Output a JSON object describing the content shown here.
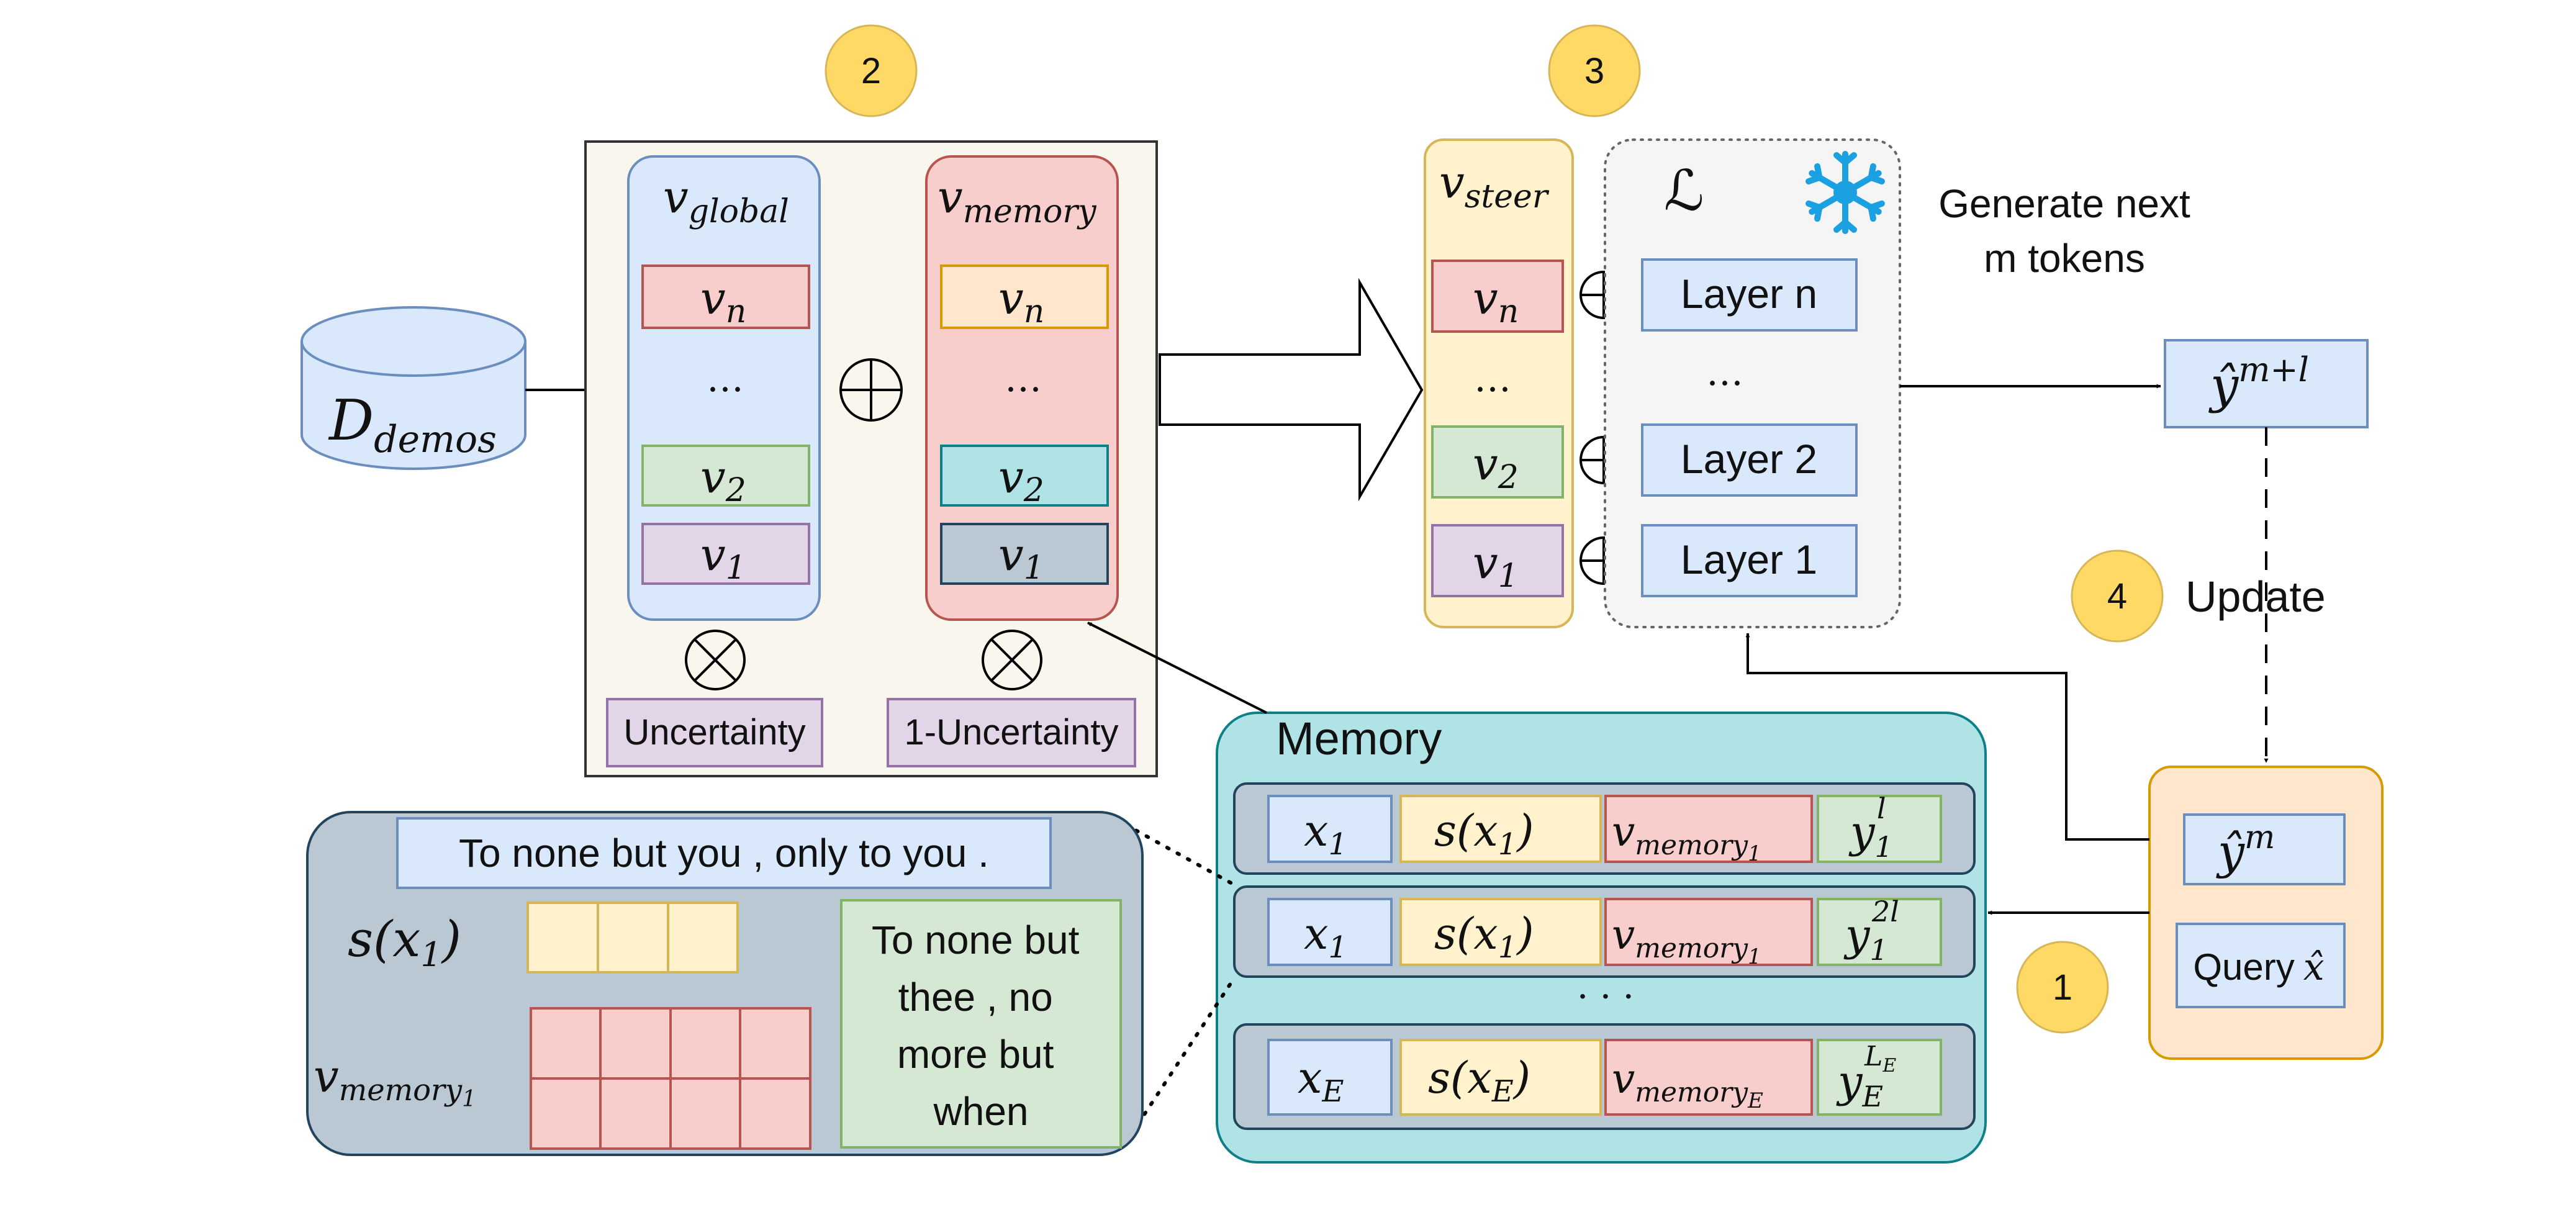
{
  "colors": {
    "blue": "#dae8fc",
    "blue_stroke": "#6c8ebf",
    "red": "#f8cecc",
    "red_stroke": "#b85450",
    "green": "#d5e8d4",
    "green_stroke": "#82b366",
    "purple": "#e1d5e7",
    "purple_stroke": "#9673a6",
    "yellow": "#fff2cc",
    "yellow_stroke": "#d6b656",
    "orange": "#ffe6cc",
    "orange_stroke": "#d79b00",
    "teal": "#b0e3e6",
    "teal_stroke": "#0e8088",
    "slate": "#bac8d3",
    "slate_stroke": "#23445d",
    "badge": "#ffd966",
    "badge_stroke": "#d6b656",
    "cream": "#f9f7ed"
  },
  "badges": {
    "b1": "1",
    "b2": "2",
    "b3": "3",
    "b4": "4"
  },
  "db": {
    "script": "D",
    "sub": "demos"
  },
  "global_col": {
    "label": "v",
    "sub": "global",
    "rows": [
      "n",
      "2",
      "1"
    ],
    "dots": "…",
    "weight": "Uncertainty"
  },
  "memory_col": {
    "label": "v",
    "sub": "memory",
    "rows": [
      "n",
      "2",
      "1"
    ],
    "dots": "…",
    "weight": "1-Uncertainty"
  },
  "steer_col": {
    "label": "v",
    "sub": "steer",
    "rows": [
      "n",
      "2",
      "1"
    ],
    "dots": "…"
  },
  "model": {
    "loss_symbol": "ℒ",
    "layers": [
      "Layer n",
      "Layer 2",
      "Layer 1"
    ],
    "dots": "…",
    "icon": "snowflake-icon"
  },
  "generate": {
    "line1": "Generate next",
    "line2": "m tokens"
  },
  "output": {
    "base": "ŷ",
    "sup": "m+l"
  },
  "update_label": "Update",
  "query_box": {
    "y_base": "ŷ",
    "y_sup": "m",
    "query_text": "Query",
    "query_x": "x̂"
  },
  "memory": {
    "title": "Memory",
    "rows": [
      {
        "x": "x",
        "x_sub": "1",
        "s": "s(x",
        "s_sub": "1",
        "v": "v",
        "v_sub": "memory",
        "v_subsub": "1",
        "y": "y",
        "y_sub": "1",
        "y_sup": "l"
      },
      {
        "x": "x",
        "x_sub": "1",
        "s": "s(x",
        "s_sub": "1",
        "v": "v",
        "v_sub": "memory",
        "v_subsub": "1",
        "y": "y",
        "y_sub": "1",
        "y_sup": "2l"
      },
      {
        "x": "x",
        "x_sub": "E",
        "s": "s(x",
        "s_sub": "E",
        "v": "v",
        "v_sub": "memory",
        "v_subsub": "E",
        "y": "y",
        "y_sub": "E",
        "y_sup": "L",
        "y_supsub": "E"
      }
    ],
    "dots": "· · ·"
  },
  "detail": {
    "query_text": "To none but you , only to you .",
    "s_label": "s(x",
    "s_sub": "1",
    "v_label": "v",
    "v_sub": "memory",
    "v_subsub": "1",
    "answer_lines": [
      "To none but",
      "thee , no",
      "more but",
      "when"
    ]
  }
}
